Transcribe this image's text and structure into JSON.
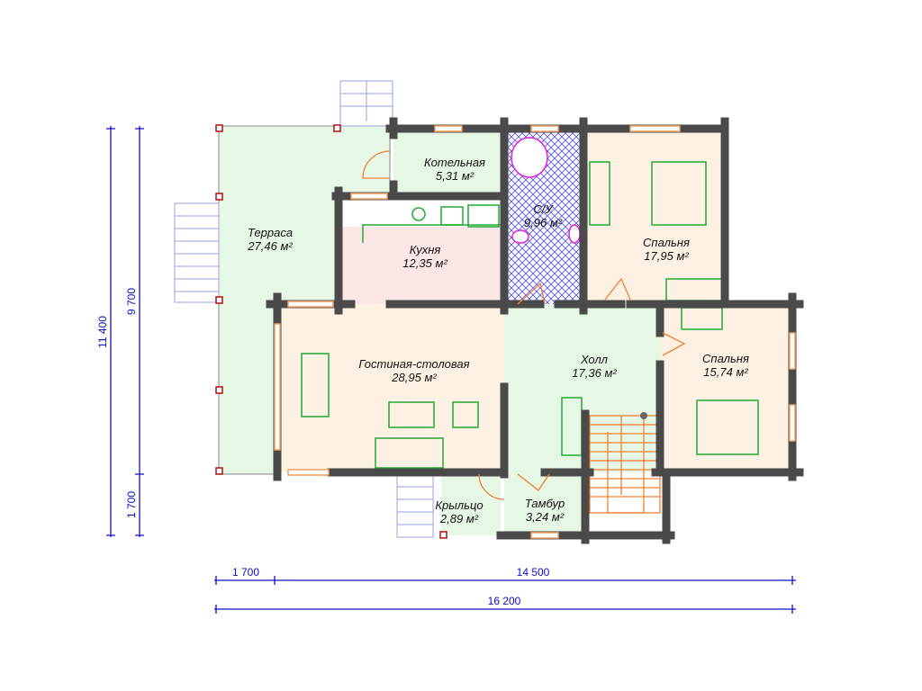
{
  "rooms": [
    {
      "id": "terrace",
      "name": "Терраса",
      "area": "27,46 м²"
    },
    {
      "id": "boiler",
      "name": "Котельная",
      "area": "5,31 м²"
    },
    {
      "id": "bathroom",
      "name": "С/У",
      "area": "9,96 м²"
    },
    {
      "id": "kitchen",
      "name": "Кухня",
      "area": "12,35 м²"
    },
    {
      "id": "bedroom1",
      "name": "Спальня",
      "area": "17,95 м²"
    },
    {
      "id": "living",
      "name": "Гостиная-столовая",
      "area": "28,95 м²"
    },
    {
      "id": "hall",
      "name": "Холл",
      "area": "17,36 м²"
    },
    {
      "id": "bedroom2",
      "name": "Спальня",
      "area": "15,74 м²"
    },
    {
      "id": "porch",
      "name": "Крыльцо",
      "area": "2,89 м²"
    },
    {
      "id": "vestibule",
      "name": "Тамбур",
      "area": "3,24 м²"
    }
  ],
  "dimensions": {
    "total_height": "11 400",
    "main_height": "9 700",
    "porch_height": "1 700",
    "terrace_width": "1 700",
    "main_width": "14 500",
    "total_width": "16 200"
  },
  "colors": {
    "wall": "#4a4a4a",
    "green_room": "#e6f7e6",
    "peach_room": "#fdf1e4",
    "pink_room": "#fde6e6",
    "bath_hatch": "#4040e0",
    "dimension": "#1010c0"
  }
}
